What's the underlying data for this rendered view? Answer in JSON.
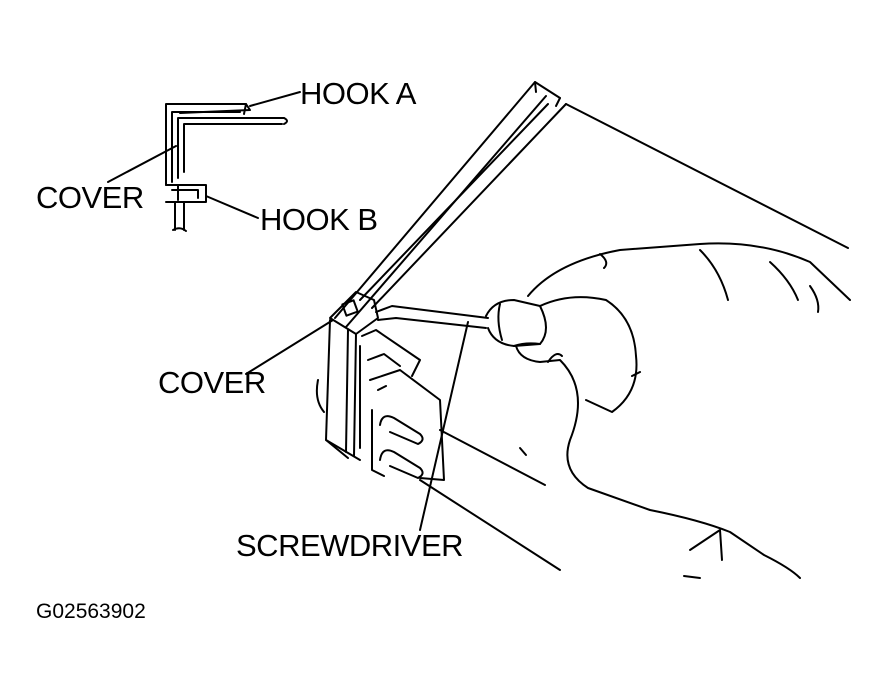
{
  "labels": {
    "hook_a": "HOOK A",
    "hook_b": "HOOK B",
    "cover_detail": "COVER",
    "cover_main": "COVER",
    "screwdriver": "SCREWDRIVER"
  },
  "figure_code": "G02563902",
  "colors": {
    "ink": "#000000",
    "paper": "#ffffff"
  }
}
